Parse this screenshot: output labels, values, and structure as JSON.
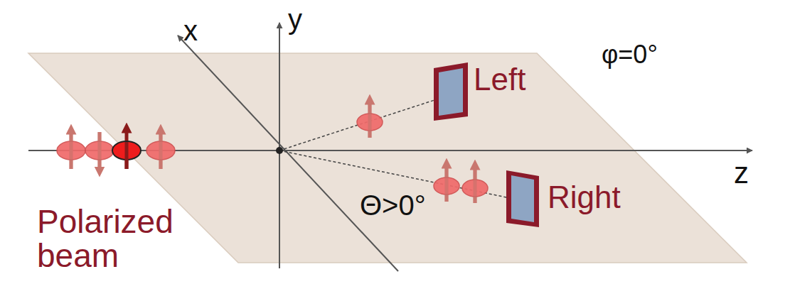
{
  "diagram": {
    "nodes": [
      {
        "text": [
          "Left"
        ]
      },
      {
        "text": [
          "Right"
        ]
      }
    ],
    "labels": [
      "x",
      "y",
      "φ=0°",
      "z",
      "Polarized beam",
      "Θ>0°"
    ]
  }
}
